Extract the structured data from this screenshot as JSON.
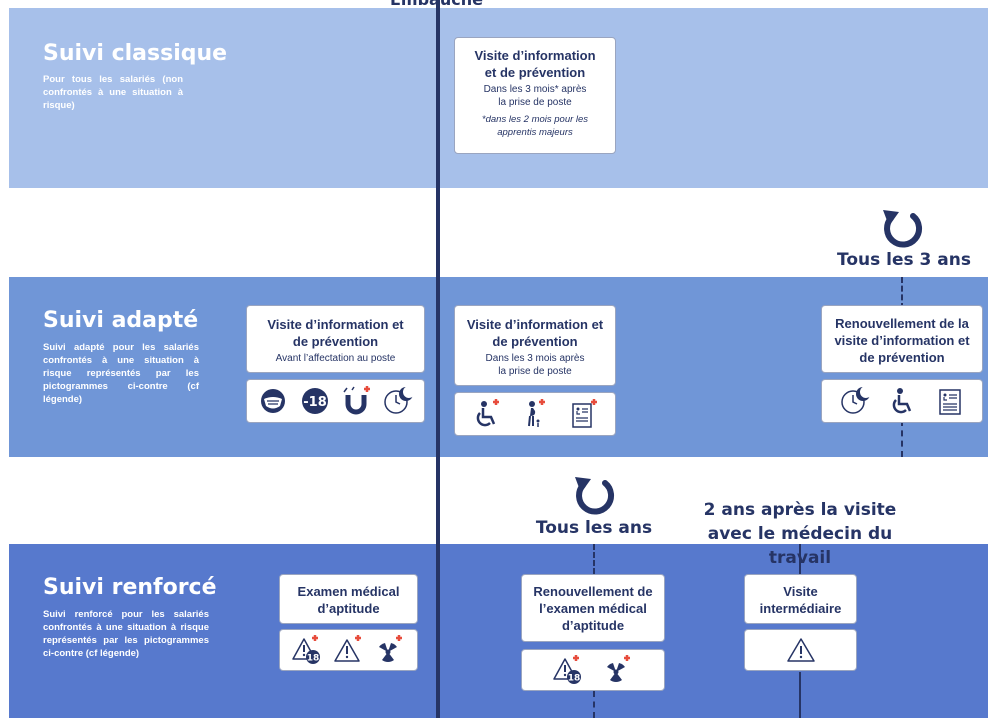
{
  "top_label": "Embauche",
  "classic": {
    "title": "Suivi classique",
    "desc": "Pour tous les salariés (non confrontés à une situation à risque)",
    "card": {
      "title": "Visite d’information et de prévention",
      "sub": "Dans les 3 mois* après la prise de poste",
      "note": "*dans les 2 mois pour les apprentis majeurs"
    }
  },
  "freq_3ans": "Tous les 3 ans",
  "adapte": {
    "title": "Suivi adapté",
    "desc": "Suivi adapté pour les salariés confrontés à une situation à risque représentés par les pictogrammes ci-contre (cf légende)",
    "card1": {
      "title": "Visite d’information et de prévention",
      "sub": "Avant l’affectation au poste"
    },
    "card2": {
      "title": "Visite d’information et de prévention",
      "sub": "Dans les 3 mois après la prise de poste"
    },
    "card3": {
      "title": "Renouvellement de la visite d’information et de prévention"
    },
    "icons1": [
      "mask-icon",
      "under-18-icon",
      "electromagnetic-icon",
      "night-work-icon"
    ],
    "icons2": [
      "disability-icon",
      "pregnancy-icon",
      "invalidity-pension-icon"
    ],
    "icons3": [
      "night-work-icon",
      "disability-icon",
      "invalidity-pension-icon"
    ],
    "age_badge": "-18"
  },
  "freq_annuel": "Tous les ans",
  "freq_2ans": "2 ans après la visite avec le médecin du travail",
  "renforce": {
    "title": "Suivi renforcé",
    "desc": "Suivi renforcé pour les salariés confrontés à une situation à risque représentés par les pictogrammes ci-contre (cf légende)",
    "card1": {
      "title": "Examen médical d’aptitude"
    },
    "card2": {
      "title": "Renouvellement de l’examen médical d’aptitude"
    },
    "card3": {
      "title": "Visite intermédiaire"
    },
    "age_badge": "18"
  },
  "colors": {
    "navy": "#263465",
    "red": "#e74c3c"
  }
}
